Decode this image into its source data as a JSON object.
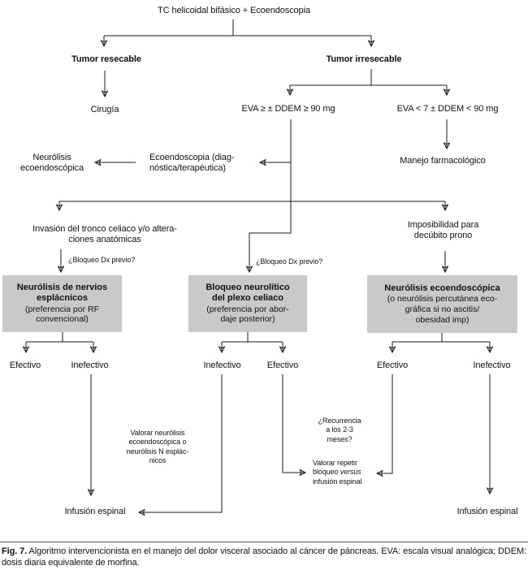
{
  "nodes": {
    "root": "TC helicoidal bifásico + Ecoendoscopia",
    "tumor_resecable": "Tumor resecable",
    "cirugia": "Cirugía",
    "tumor_irresecable": "Tumor irresecable",
    "eva_alta": "EVA ≥ ± DDEM ≥ 90 mg",
    "eva_baja": "EVA < 7 ± DDEM < 90 mg",
    "neurolisis_ecoendoscopica": "Neurólisis\necoendoscópica",
    "ecoendoscopia": "Ecoendoscopia (diag-\nnóstica/terapéutica)",
    "manejo_farmacologico": "Manejo farmacológico",
    "invasion_tronco": "Invasión del tronco celiaco y/o altera-\nciones anatómicas",
    "imposibilidad_prono": "Imposibilidad para\ndecúbito prono",
    "bloqueo_dx_previo": "¿Bloqueo Dx previo?",
    "box_esplacnicos": {
      "title": "Neurólisis de nervios\nesplácnicos",
      "subtitle": "(preferencia por RF\nconvencional)"
    },
    "box_plexo_celiaco": {
      "title": "Bloqueo neurolítico\ndel plexo celiaco",
      "subtitle": "(preferencia por abor-\ndaje posterior)"
    },
    "box_eco": {
      "title": "Neurólisis ecoendoscópica",
      "subtitle": "(o neurólisis percutánea eco-\ngráfica si no ascitis/\nobesidad imp)"
    },
    "efectivo": "Efectivo",
    "inefectivo": "Inefectivo",
    "valorar_neurolisis": "Valorar neurólisis\necoendoscópica o\nneurólisis N esplác-\nnicos",
    "recurrencia": "¿Recurrencia\na los 2-3\nmeses?",
    "valorar_repetir_pre": "Valorar repetir\nbloqueo ",
    "valorar_repetir_italic": "versus",
    "valorar_repetir_post": "\ninfusión espinal",
    "infusion_espinal": "Infusión espinal"
  },
  "caption": {
    "prefix": "Fig. 7.",
    "text": " Algoritmo intervencionista en el manejo del dolor visceral asociado al cáncer de páncreas. EVA: escala visual analógica; DDEM: dosis diaria equivalente de morfina."
  },
  "colors": {
    "box_fill": "#c9c9c9",
    "line": "#1a1a1a",
    "background": "#ffffff"
  }
}
